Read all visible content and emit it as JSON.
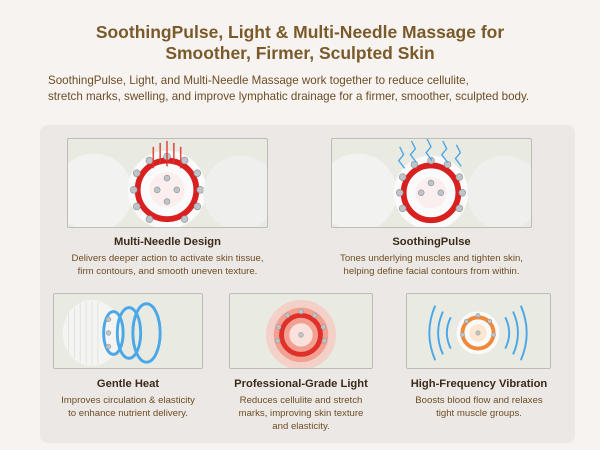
{
  "header": {
    "title_line1": "SoothingPulse, Light & Multi-Needle Massage for",
    "title_line2": "Smoother, Firmer, Sculpted Skin",
    "intro_line1": "SoothingPulse, Light, and Multi-Needle Massage work together to reduce cellulite,",
    "intro_line2": "stretch marks, swelling, and improve lymphatic drainage for a firmer, smoother, sculpted body."
  },
  "features": [
    {
      "title": "Multi-Needle Design",
      "desc_line1": "Delivers deeper action to activate skin tissue,",
      "desc_line2": "firm contours, and smooth uneven texture.",
      "desc_line3": ""
    },
    {
      "title": "SoothingPulse",
      "desc_line1": "Tones underlying muscles and tighten skin,",
      "desc_line2": "helping define facial contours from within.",
      "desc_line3": ""
    },
    {
      "title": "Gentle Heat",
      "desc_line1": "Improves circulation & elasticity",
      "desc_line2": "to enhance nutrient  delivery.",
      "desc_line3": ""
    },
    {
      "title": "Professional-Grade Light",
      "desc_line1": "Reduces cellulite and stretch",
      "desc_line2": "marks, improving skin texture",
      "desc_line3": "and elasticity."
    },
    {
      "title": "High-Frequency Vibration",
      "desc_line1": "Boosts blood flow and relaxes",
      "desc_line2": "tight muscle groups.",
      "desc_line3": ""
    }
  ],
  "colors": {
    "title": "#7a5a2a",
    "text": "#6d4d24",
    "card_title": "#3a2b1a",
    "accent_red": "#e0302a",
    "accent_blue": "#4aa8e8",
    "accent_orange": "#f08a3a"
  }
}
